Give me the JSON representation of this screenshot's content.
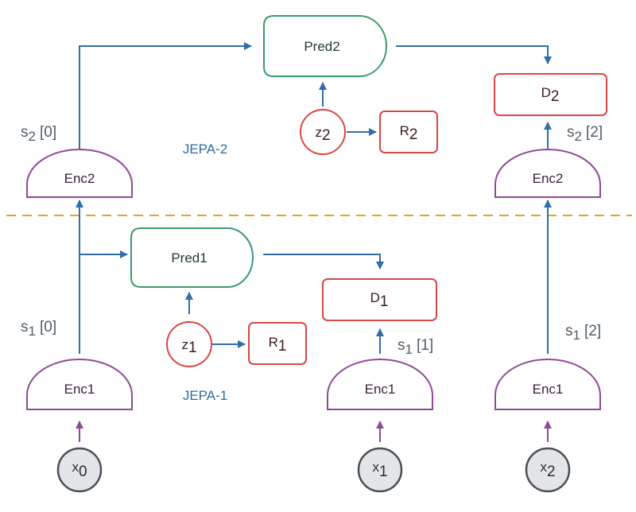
{
  "colors": {
    "enc": "#8e4a97",
    "pred": "#3a9b6b",
    "red_box": "#d94646",
    "arrow_blue": "#2f6ea8",
    "arrow_purple": "#8e4a97",
    "dash": "#e8a21c",
    "x_fill": "#e3e5e8",
    "x_stroke": "#4a4f56"
  },
  "level1": {
    "label": "JEPA-1",
    "enc_labels": [
      "Enc1",
      "Enc1",
      "Enc1"
    ],
    "inputs": [
      {
        "base": "x",
        "sub": "0"
      },
      {
        "base": "x",
        "sub": "1"
      },
      {
        "base": "x",
        "sub": "2"
      }
    ],
    "pred_label": "Pred1",
    "latent": {
      "base": "z",
      "sub": "1"
    },
    "regularizer": {
      "base": "R",
      "sub": "1"
    },
    "energy": {
      "base": "D",
      "sub": "1"
    },
    "states": [
      {
        "base": "s",
        "sub": "1",
        "idx": "[0]"
      },
      {
        "base": "s",
        "sub": "1",
        "idx": "[1]"
      },
      {
        "base": "s",
        "sub": "1",
        "idx": "[2]"
      }
    ]
  },
  "level2": {
    "label": "JEPA-2",
    "enc_labels": [
      "Enc2",
      "Enc2"
    ],
    "pred_label": "Pred2",
    "latent": {
      "base": "z",
      "sub": "2"
    },
    "regularizer": {
      "base": "R",
      "sub": "2"
    },
    "energy": {
      "base": "D",
      "sub": "2"
    },
    "states": [
      {
        "base": "s",
        "sub": "2",
        "idx": "[0]"
      },
      {
        "base": "s",
        "sub": "2",
        "idx": "[2]"
      }
    ]
  }
}
